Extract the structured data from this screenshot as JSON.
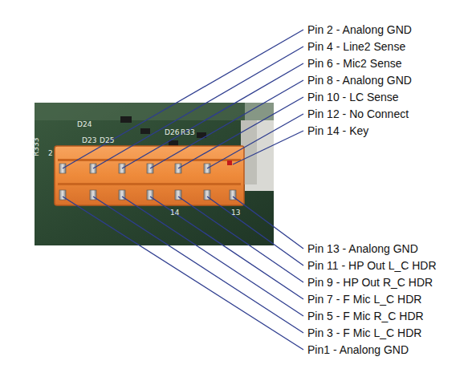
{
  "diagram": {
    "labels": [
      "Pin 2 - Analong GND",
      "Pin 4 - Line2 Sense",
      "Pin 6 - Mic2 Sense",
      "Pin 8 - Analong GND",
      "Pin 10 - LC Sense",
      "Pin 12 - No Connect",
      "Pin 14 - Key",
      "Pin 13 - Analong GND",
      "Pin 11 - HP Out L_C HDR",
      "Pin 9 - HP Out R_C HDR",
      "Pin 7 - F Mic L_C HDR",
      "Pin 5 - F Mic R_C HDR",
      "Pin 3 - F Mic L_C HDR",
      "Pin1 - Analong GND",
      "R333",
      "2",
      "D24",
      "D23",
      "D25",
      "D26",
      "R33",
      "14",
      "13"
    ]
  }
}
